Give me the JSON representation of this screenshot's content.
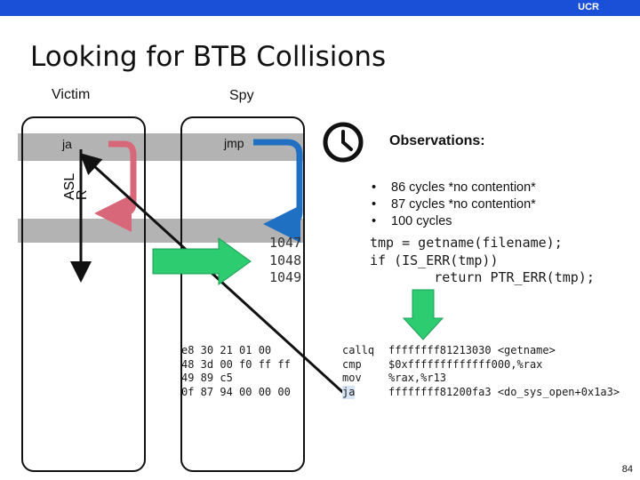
{
  "header": {
    "org": "UCR"
  },
  "slide": {
    "title": "Looking for BTB Collisions",
    "victim_label": "Victim",
    "spy_label": "Spy",
    "victim_instr": "ja",
    "spy_instr": "jmp",
    "aslr_line1": "ASL",
    "aslr_line2": "R",
    "page_number": "84"
  },
  "observations": {
    "heading": "Observations:",
    "items": [
      "86 cycles *no contention*",
      "87 cycles *no contention*",
      "100 cycles"
    ]
  },
  "source": {
    "line_numbers": [
      "1047",
      "1048",
      "1049"
    ],
    "lines": [
      "tmp = getname(filename);",
      "if (IS_ERR(tmp))",
      "        return PTR_ERR(tmp);"
    ]
  },
  "disasm": {
    "bytes": [
      "e8 30 21 01 00",
      "48 3d 00 f0 ff ff",
      "49 89 c5",
      "0f 87 94 00 00 00"
    ],
    "mnemonics": [
      "callq",
      "cmp",
      "mov",
      "ja"
    ],
    "operands": [
      "ffffffff81213030 <getname>",
      "$0xfffffffffffff000,%rax",
      "%rax,%r13",
      "ffffffff81200fa3 <do_sys_open+0x1a3>"
    ]
  },
  "colors": {
    "victim_arrow": "#d9677a",
    "spy_arrow": "#1f6fc2",
    "green_arrow": "#2ecc71",
    "topbar": "#1a4fd8"
  },
  "icons": {
    "clock": "clock-icon"
  }
}
